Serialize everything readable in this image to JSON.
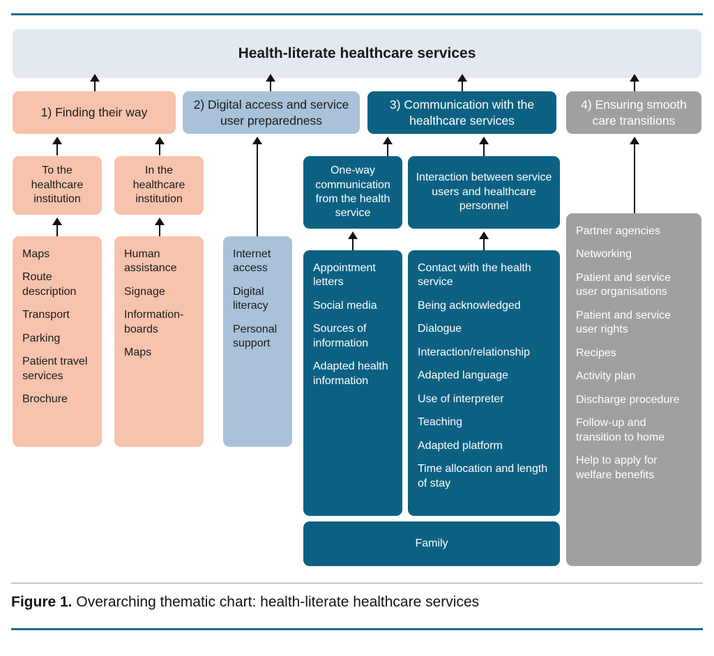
{
  "figure": {
    "caption_label": "Figure 1.",
    "caption_text": " Overarching thematic chart: health-literate healthcare services"
  },
  "colors": {
    "rule": "#1c6a96",
    "header_box": "#e2e9f0",
    "pink": "#f7c3ac",
    "light_blue": "#a9c2d9",
    "dark_blue": "#0c6183",
    "gray": "#a0a0a0",
    "arrow": "#111111"
  },
  "header": {
    "title": "Health-literate healthcare services"
  },
  "themes": [
    {
      "id": "theme1",
      "label": "1) Finding their way",
      "color": "pink"
    },
    {
      "id": "theme2",
      "label": "2) Digital access and service user preparedness",
      "color": "light_blue"
    },
    {
      "id": "theme3",
      "label": "3) Communication with the healthcare services",
      "color": "dark_blue"
    },
    {
      "id": "theme4",
      "label": "4) Ensuring smooth care transitions",
      "color": "gray"
    }
  ],
  "subthemes": [
    {
      "id": "sub1",
      "label": "To the healthcare institution",
      "color": "pink",
      "parent": "theme1"
    },
    {
      "id": "sub2",
      "label": "In the healthcare institution",
      "color": "pink",
      "parent": "theme1"
    },
    {
      "id": "sub3",
      "label": "One-way communication from the health service",
      "color": "dark_blue",
      "parent": "theme3"
    },
    {
      "id": "sub4",
      "label": "Interaction between service users and healthcare personnel",
      "color": "dark_blue",
      "parent": "theme3"
    }
  ],
  "item_groups": [
    {
      "id": "items1",
      "color": "pink",
      "parent": "sub1",
      "items": [
        "Maps",
        "Route description",
        "Transport",
        "Parking",
        "Patient travel services",
        "Brochure"
      ]
    },
    {
      "id": "items2",
      "color": "pink",
      "parent": "sub2",
      "items": [
        "Human assistance",
        "Signage",
        "Information-boards",
        "Maps"
      ]
    },
    {
      "id": "items3",
      "color": "light_blue",
      "parent": "theme2",
      "items": [
        "Internet access",
        "Digital literacy",
        "Personal support"
      ]
    },
    {
      "id": "items4",
      "color": "dark_blue",
      "parent": "sub3",
      "items": [
        "Appointment letters",
        "Social media",
        "Sources of information",
        "Adapted health information"
      ]
    },
    {
      "id": "items5",
      "color": "dark_blue",
      "parent": "sub4",
      "items": [
        "Contact with the health service",
        "Being acknowledged",
        "Dialogue",
        "Interaction/relationship",
        "Adapted language",
        "Use of interpreter",
        "Teaching",
        "Adapted platform",
        "Time allocation and length of stay"
      ]
    },
    {
      "id": "items6",
      "color": "gray",
      "parent": "theme4",
      "items": [
        "Partner agencies",
        "Networking",
        "Patient and service user organisations",
        "Patient and service user rights",
        "Recipes",
        "Activity plan",
        "Discharge procedure",
        "Follow-up and transition to home",
        "Help to apply for welfare benefits"
      ]
    }
  ],
  "family_box": {
    "id": "family",
    "label": "Family",
    "color": "dark_blue"
  }
}
